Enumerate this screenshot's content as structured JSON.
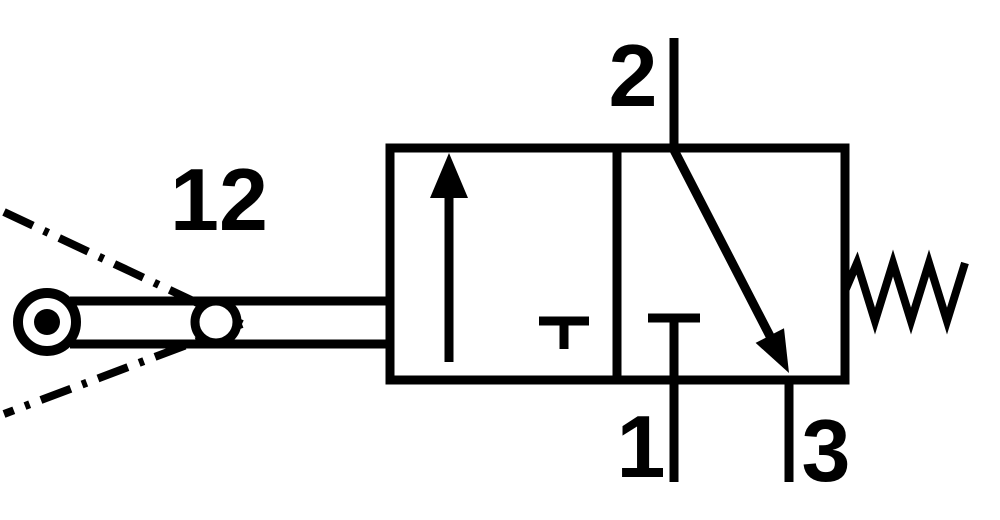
{
  "ports": {
    "port_top": "2",
    "port_bottom_left": "1",
    "port_bottom_right": "3",
    "pilot_label": "12"
  },
  "colors": {
    "line": "#000000",
    "background": "#ffffff"
  }
}
